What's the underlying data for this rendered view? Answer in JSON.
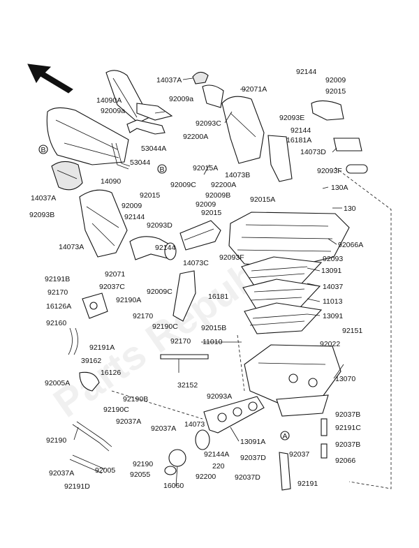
{
  "watermark": "Parts Republik",
  "callouts": {
    "r_b": "B",
    "r_a": "A"
  },
  "labels": {
    "l_14037A_t": "14037A",
    "l_92144_t": "92144",
    "l_92009_t": "92009",
    "l_14090A": "14090A",
    "l_92009a_l": "92009a",
    "l_92071A": "92071A",
    "l_92015_t": "92015",
    "l_92009a_r": "92009a",
    "l_92093C": "92093C",
    "l_92093E": "92093E",
    "l_53044A": "53044A",
    "l_92200A": "92200A",
    "l_92144_m": "92144",
    "l_16181A": "16181A",
    "l_14073D": "14073D",
    "l_53044": "53044",
    "l_92015A_1": "92015A",
    "l_92009C_1": "92009C",
    "l_14073B": "14073B",
    "l_92093F_1": "92093F",
    "l_14090": "14090",
    "l_14037A_l": "14037A",
    "l_92015_m": "92015",
    "l_92200A_2": "92200A",
    "l_92009B": "92009B",
    "l_130A": "130A",
    "l_92093B": "92093B",
    "l_92009_l": "92009",
    "l_92015A_2": "92015A",
    "l_92009_m": "92009",
    "l_92015_m2": "92015",
    "l_130": "130",
    "l_92144_c": "92144",
    "l_92093D": "92093D",
    "l_14073A": "14073A",
    "l_92093F_2": "92093F",
    "l_92066A": "92066A",
    "l_92144_b": "92144",
    "l_14073C": "14073C",
    "l_92093": "92093",
    "l_92071": "92071",
    "l_13091_1": "13091",
    "l_92191B": "92191B",
    "l_92037C": "92037C",
    "l_14037": "14037",
    "l_92170_1": "92170",
    "l_92009C_2": "92009C",
    "l_16181": "16181",
    "l_11013": "11013",
    "l_16126A": "16126A",
    "l_92190A": "92190A",
    "l_92170_2": "92170",
    "l_13091_2": "13091",
    "l_92160": "92160",
    "l_92190C_1": "92190C",
    "l_92015B": "92015B",
    "l_92151": "92151",
    "l_92170_3": "92170",
    "l_11010": "11010",
    "l_92191A": "92191A",
    "l_92022": "92022",
    "l_39162": "39162",
    "l_92005A": "92005A",
    "l_16126": "16126",
    "l_32152": "32152",
    "l_13070": "13070",
    "l_92093A": "92093A",
    "l_92190B": "92190B",
    "l_92190C_2": "92190C",
    "l_92037B_1": "92037B",
    "l_92037A_m": "92037A",
    "l_92037A_r": "92037A",
    "l_14073": "14073",
    "l_92191C": "92191C",
    "l_92190_1": "92190",
    "l_13091A": "13091A",
    "l_92037B_2": "92037B",
    "l_92144A": "92144A",
    "l_92037D_1": "92037D",
    "l_92037": "92037",
    "l_92066": "92066",
    "l_92190_2": "92190",
    "l_220": "220",
    "l_92037A_b": "92037A",
    "l_92005": "92005",
    "l_92055": "92055",
    "l_92200": "92200",
    "l_92037D_2": "92037D",
    "l_92191D": "92191D",
    "l_16060": "16060",
    "l_92191": "92191"
  }
}
